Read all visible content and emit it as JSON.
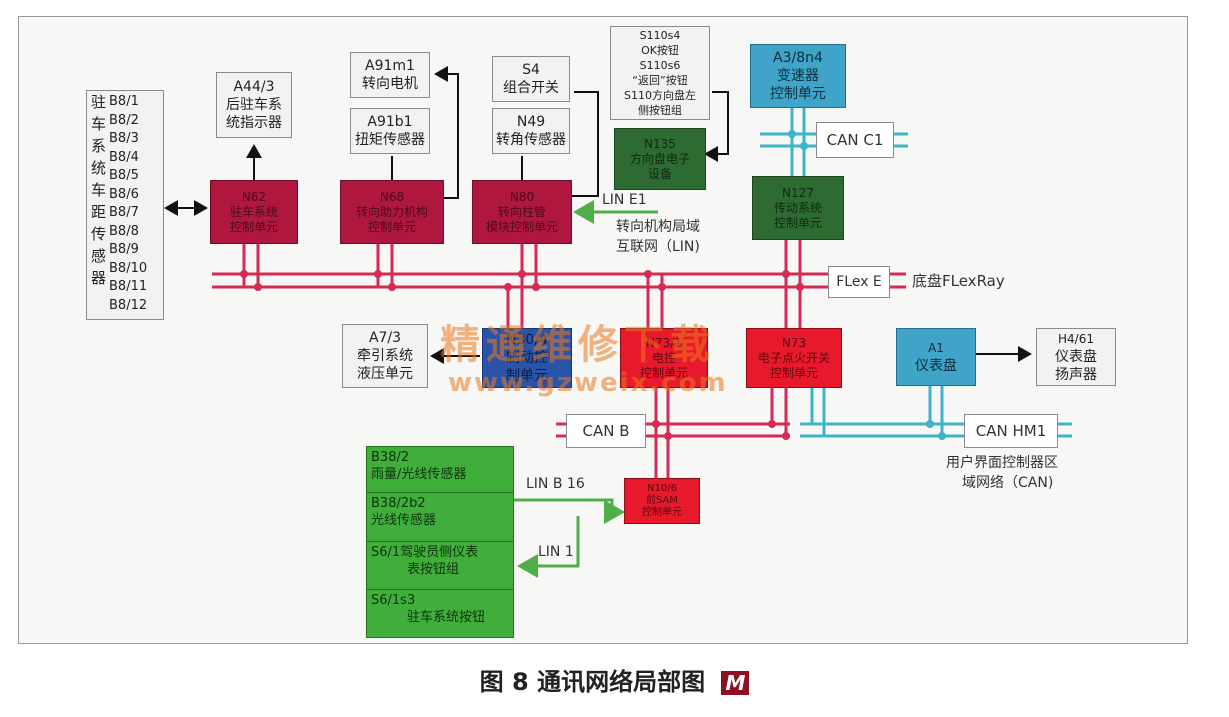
{
  "parking_sensors": {
    "vertical_label": [
      "驻",
      "车",
      "系",
      "统",
      "车",
      "距",
      "传",
      "感",
      "器"
    ],
    "codes": [
      "B8/1",
      "B8/2",
      "B8/3",
      "B8/4",
      "B8/5",
      "B8/6",
      "B8/7",
      "B8/8",
      "B8/9",
      "B8/10",
      "B8/11",
      "B8/12"
    ]
  },
  "boxes": {
    "a44": [
      "A44/3",
      "后驻车系",
      "统指示器"
    ],
    "a91m1": [
      "A91m1",
      "转向电机"
    ],
    "a91b1": [
      "A91b1",
      "扭矩传感器"
    ],
    "s4": [
      "S4",
      "组合开关"
    ],
    "n49": [
      "N49",
      "转角传感器"
    ],
    "s110": [
      "S110s4",
      "OK按钮",
      "S110s6",
      "“返回”按钮",
      "S110方向盘左",
      "侧按钮组"
    ],
    "a3": [
      "A3/8n4",
      "变速器",
      "控制单元"
    ],
    "n62": [
      "N62",
      "驻车系统",
      "控制单元"
    ],
    "n68": [
      "N68",
      "转向助力机构",
      "控制单元"
    ],
    "n80": [
      "N80",
      "转向柱管",
      "模块控制单元"
    ],
    "n135": [
      "N135",
      "方向盘电子",
      "设备"
    ],
    "n127": [
      "N127",
      "传动系统",
      "控制单元"
    ],
    "a7": [
      "A7/3",
      "牵引系统",
      "液压单元"
    ],
    "n30": [
      "N30/4",
      "制动控",
      "制单元"
    ],
    "n73": [
      "N73/1",
      "电控",
      "控制单元"
    ],
    "n73b": [
      "N73",
      "电子点火开关",
      "控制单元"
    ],
    "a1": [
      "A1",
      "仪表盘"
    ],
    "h4": [
      "H4/61",
      "仪表盘",
      "扬声器"
    ],
    "n10": [
      "N10/6",
      "前SAM",
      "控制单元"
    ]
  },
  "green_group": [
    [
      "B38/2",
      "雨量/光线传感器"
    ],
    [
      "B38/2b2",
      "光线传感器"
    ],
    [
      "S6/1驾驶员侧仪表",
      "表按钮组"
    ],
    [
      "S6/1s3",
      "驻车系统按钮"
    ]
  ],
  "bus_labels": {
    "can_c1": "CAN C1",
    "flex_e": "FLex E",
    "flexray_desc": "底盘FLexRay",
    "lin_e1": "LIN E1",
    "lin_desc_1": "转向机构局域",
    "lin_desc_2": "互联网（LIN)",
    "can_b": "CAN B",
    "can_hm1": "CAN HM1",
    "hm1_desc_1": "用户界面控制器区",
    "hm1_desc_2": "域网络（CAN)",
    "lin_b16": "LIN B 16",
    "lin_1": "LIN 1"
  },
  "watermark": {
    "cn": "精通维修下载",
    "url": "www.gzweix.com"
  },
  "caption": {
    "text": "图 8 通讯网络局部图",
    "logo": "M"
  },
  "colors": {
    "bus_red": "#d62a55",
    "bus_teal": "#3fb3c9",
    "lin_green": "#4fae48"
  }
}
